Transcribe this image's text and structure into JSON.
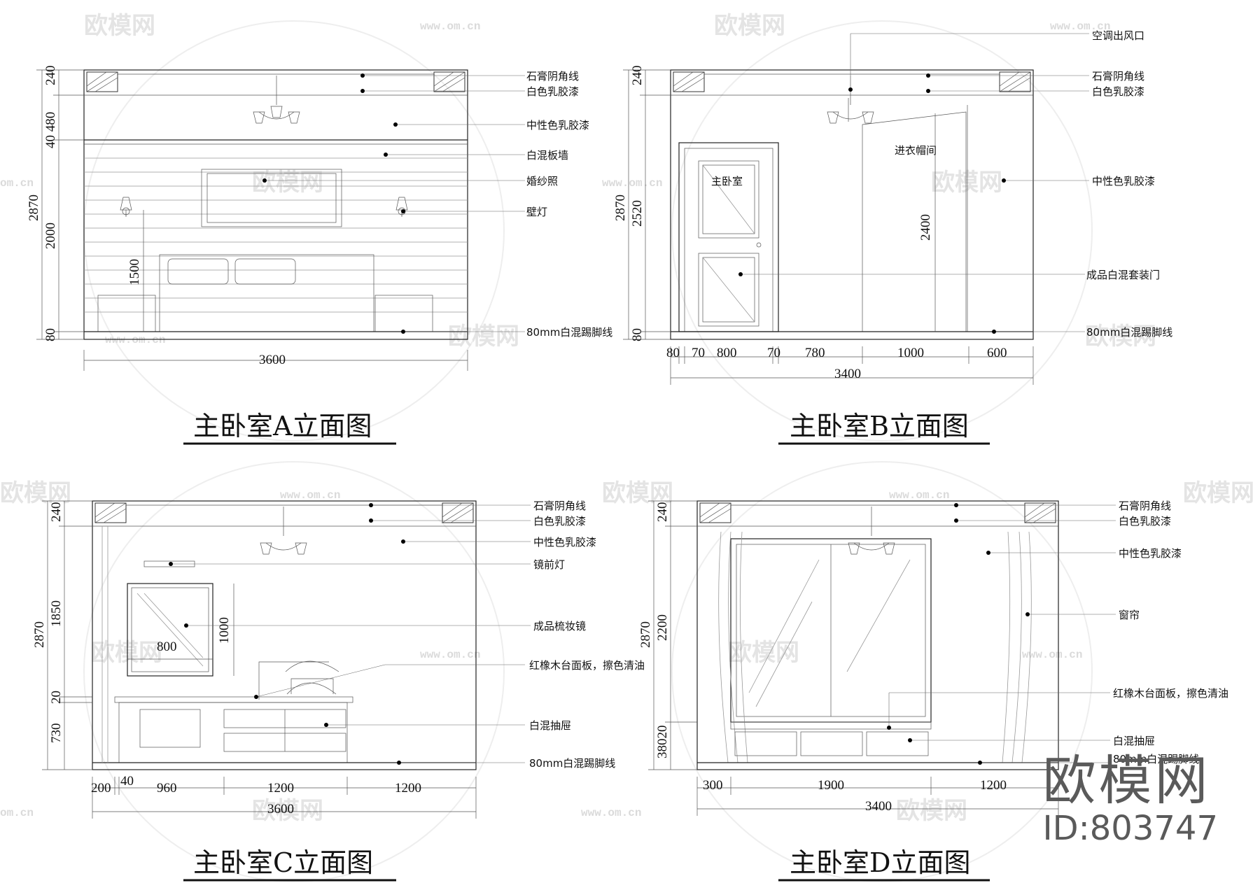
{
  "panels": {
    "A": {
      "title": "主卧室A立面图",
      "overall_width": "3600",
      "heights_left": [
        "240",
        "40 480",
        "2870",
        "2000",
        "1500",
        "80"
      ],
      "labels": [
        "石膏阴角线",
        "白色乳胶漆",
        "中性色乳胶漆",
        "白混板墙",
        "婚纱照",
        "壁灯",
        "80mm白混踢脚线"
      ]
    },
    "B": {
      "title": "主卧室B立面图",
      "overall_width": "3400",
      "widths": [
        "80",
        "70",
        "800",
        "70",
        "780",
        "1000",
        "600"
      ],
      "heights_left": [
        "240",
        "2870",
        "2520",
        "80"
      ],
      "inner_height": "2400",
      "room_labels": [
        "主卧室",
        "进衣帽间"
      ],
      "labels": [
        "空调出风口",
        "石膏阴角线",
        "白色乳胶漆",
        "中性色乳胶漆",
        "成品白混套装门",
        "80mm白混踢脚线"
      ]
    },
    "C": {
      "title": "主卧室C立面图",
      "overall_width": "3600",
      "widths": [
        "200",
        "40",
        "960",
        "1200",
        "1200"
      ],
      "heights_left": [
        "240",
        "2870",
        "1850",
        "20",
        "730"
      ],
      "mirror_dims": [
        "800",
        "1000"
      ],
      "labels": [
        "石膏阴角线",
        "白色乳胶漆",
        "中性色乳胶漆",
        "镜前灯",
        "成品梳妆镜",
        "红橡木台面板，擦色清油",
        "白混抽屉",
        "80mm白混踢脚线"
      ]
    },
    "D": {
      "title": "主卧室D立面图",
      "overall_width": "3400",
      "widths": [
        "300",
        "1900",
        "1200"
      ],
      "heights_left": [
        "240",
        "2870",
        "2200",
        "38020"
      ],
      "labels": [
        "石膏阴角线",
        "白色乳胶漆",
        "中性色乳胶漆",
        "窗帘",
        "红橡木台面板，擦色清油",
        "白混抽屉",
        "80mm白混踢脚线"
      ]
    }
  },
  "watermark": {
    "text": "欧模网",
    "url": "www.om.cn",
    "short_url": "om.cn"
  },
  "brand": {
    "logo": "欧模网",
    "id": "ID:803747"
  }
}
